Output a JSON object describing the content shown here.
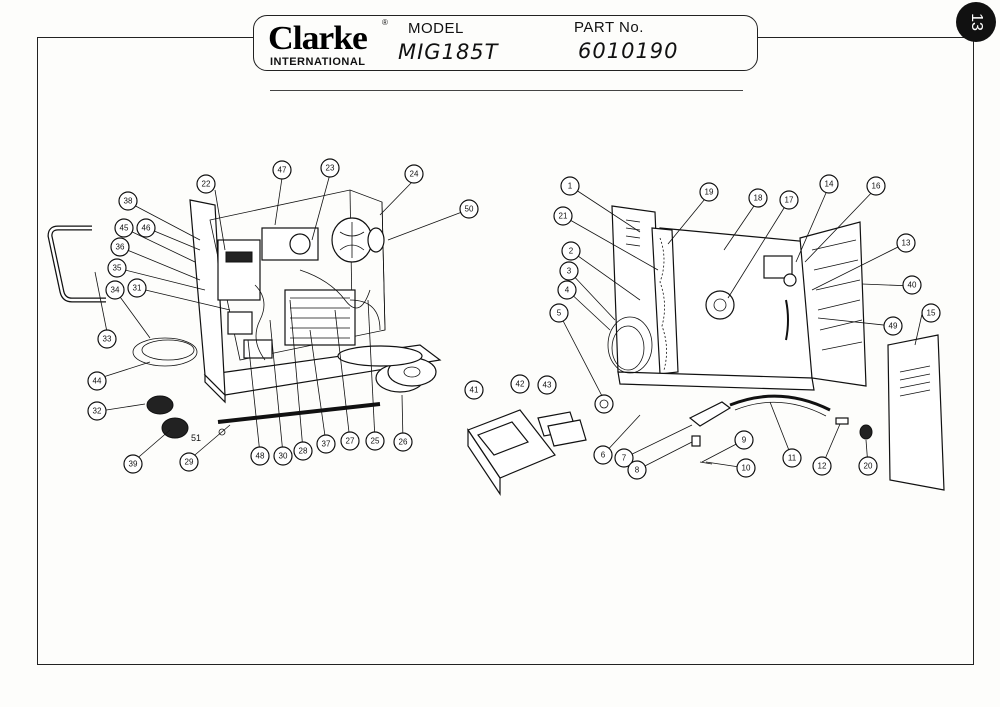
{
  "header": {
    "brand": "Clarke",
    "brand_mark": "®",
    "brand_sub": "INTERNATIONAL",
    "model_label": "MODEL",
    "model_value": "MIG185T",
    "part_label": "PART No.",
    "part_value": "6010190"
  },
  "corner_mark": "13",
  "callouts": [
    "1",
    "2",
    "3",
    "4",
    "5",
    "6",
    "7",
    "8",
    "9",
    "10",
    "11",
    "12",
    "13",
    "14",
    "15",
    "16",
    "17",
    "18",
    "19",
    "20",
    "21",
    "22",
    "23",
    "24",
    "25",
    "26",
    "27",
    "28",
    "29",
    "30",
    "31",
    "32",
    "33",
    "34",
    "35",
    "36",
    "37",
    "38",
    "39",
    "40",
    "41",
    "42",
    "43",
    "44",
    "45",
    "46",
    "47",
    "48",
    "49",
    "50",
    "51"
  ],
  "colors": {
    "ink": "#111111",
    "paper": "#fdfdfb"
  }
}
